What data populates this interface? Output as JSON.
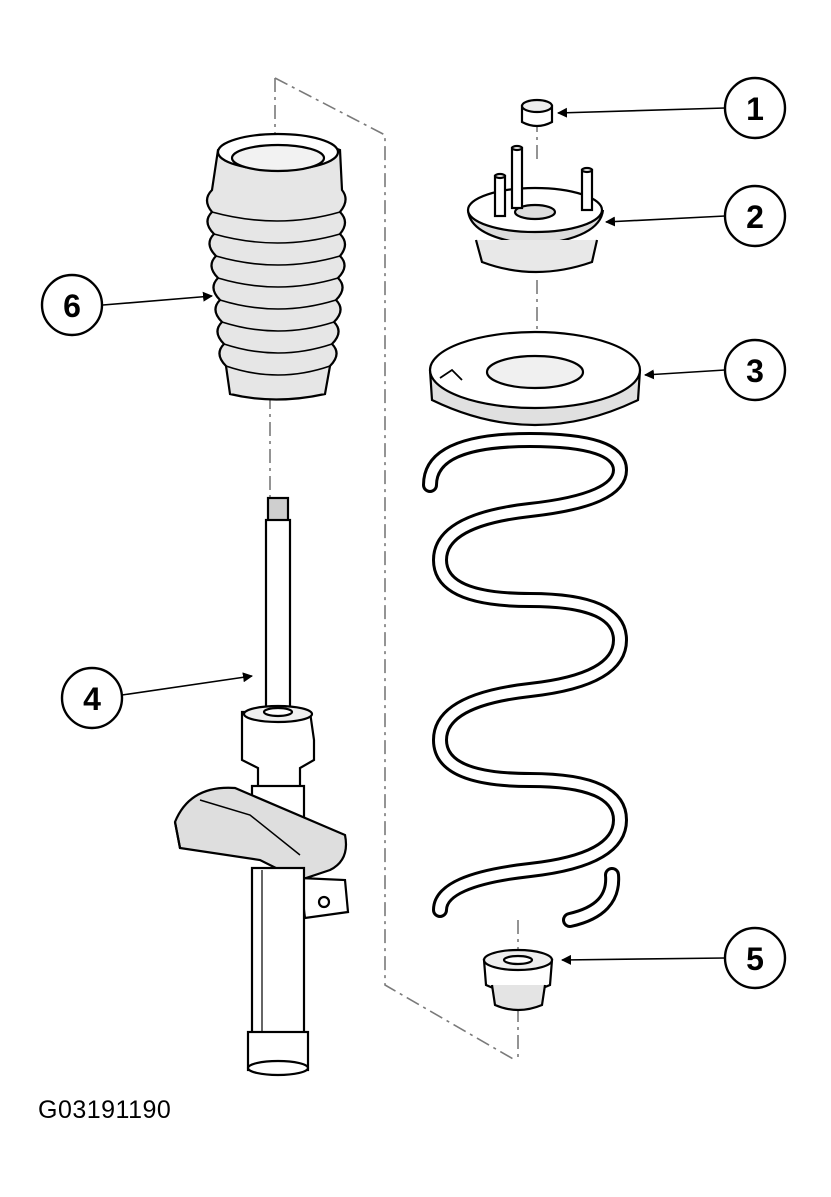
{
  "figure_id": "G03191190",
  "callouts": {
    "c1": "1",
    "c2": "2",
    "c3": "3",
    "c4": "4",
    "c5": "5",
    "c6": "6"
  },
  "colors": {
    "line": "#000000",
    "fill": "#ffffff",
    "shade": "#dcdcdc",
    "dashed": "#7a7a7a"
  }
}
